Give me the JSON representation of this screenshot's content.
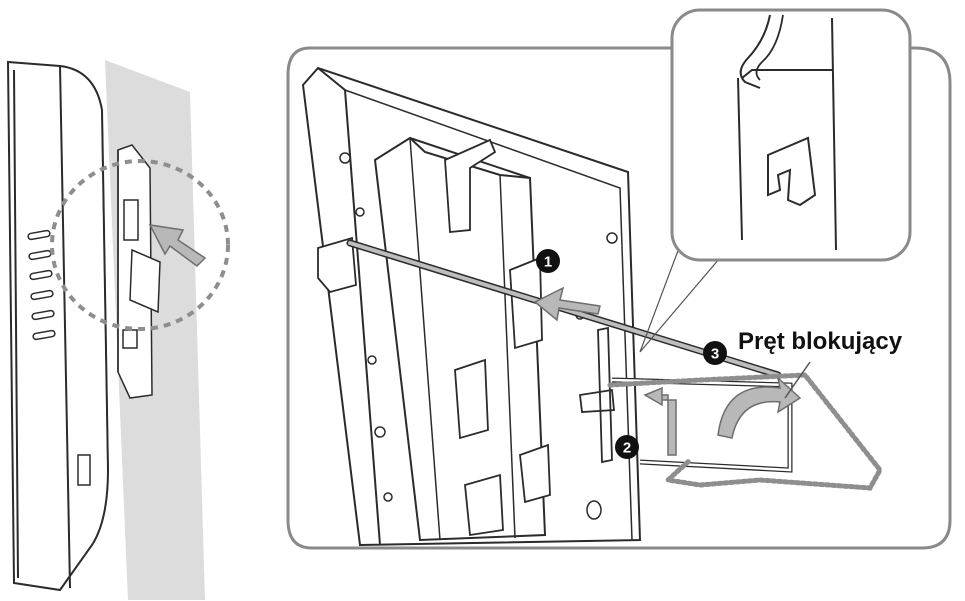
{
  "diagram": {
    "steps": [
      {
        "number": "1"
      },
      {
        "number": "2"
      },
      {
        "number": "3"
      }
    ],
    "callout_label": "Pręt blokujący"
  },
  "colors": {
    "line": "#2b2b2b",
    "wall": "#d9d9d9",
    "rod_fill": "#bdbdbd",
    "dotted": "#8e8e8e",
    "arrow": "#9a9a9a",
    "badge": "#111111"
  }
}
